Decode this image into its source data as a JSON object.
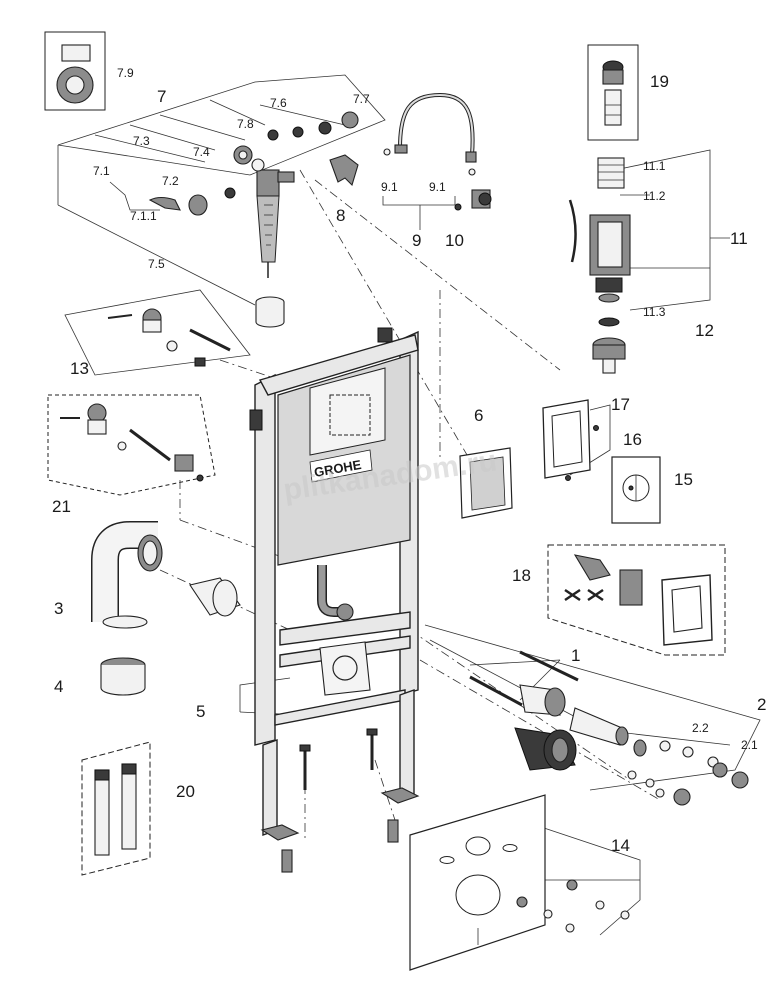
{
  "labels": {
    "l1": "1",
    "l2": "2",
    "l2_1": "2.1",
    "l2_2": "2.2",
    "l3": "3",
    "l4": "4",
    "l5": "5",
    "l6": "6",
    "l7": "7",
    "l7_1": "7.1",
    "l7_1_1": "7.1.1",
    "l7_2": "7.2",
    "l7_3": "7.3",
    "l7_4": "7.4",
    "l7_5": "7.5",
    "l7_6": "7.6",
    "l7_7": "7.7",
    "l7_8": "7.8",
    "l7_9": "7.9",
    "l8": "8",
    "l9": "9",
    "l9_1a": "9.1",
    "l9_1b": "9.1",
    "l10": "10",
    "l11": "11",
    "l11_1": "11.1",
    "l11_2": "11.2",
    "l11_3": "11.3",
    "l12": "12",
    "l13": "13",
    "l14": "14",
    "l15": "15",
    "l16": "16",
    "l17": "17",
    "l18": "18",
    "l19": "19",
    "l20": "20",
    "l21": "21"
  },
  "brand_logo": "GROHE",
  "watermark": "plitkanadom.ru"
}
